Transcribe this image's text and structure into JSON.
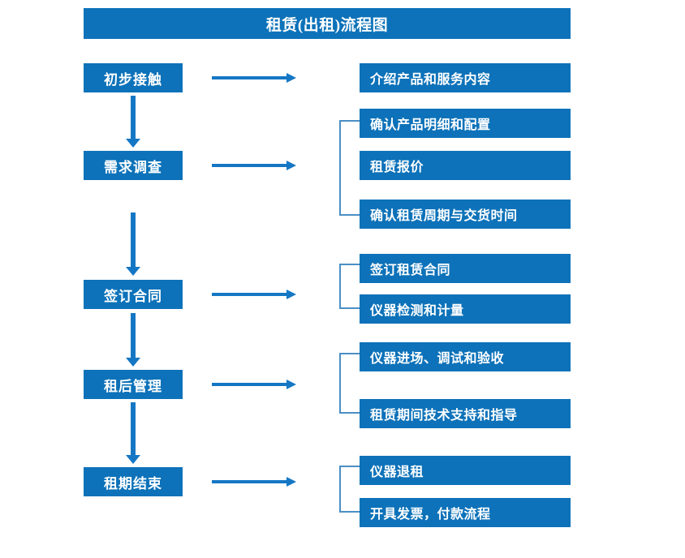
{
  "chart_data": {
    "type": "diagram",
    "title": "租赁(出租)流程图",
    "diagram_kind": "flowchart",
    "orientation": "vertical-stages-with-right-details",
    "stages": [
      {
        "label": "初步接触",
        "details": [
          "介绍产品和服务内容"
        ],
        "grouped": false
      },
      {
        "label": "需求调查",
        "details": [
          "确认产品明细和配置",
          "租赁报价",
          "确认租赁周期与交货时间"
        ],
        "grouped": true
      },
      {
        "label": "签订合同",
        "details": [
          "签订租赁合同",
          "仪器检测和计量"
        ],
        "grouped": true
      },
      {
        "label": "租后管理",
        "details": [
          "仪器进场、调试和验收",
          "租赁期间技术支持和指导"
        ],
        "grouped": true
      },
      {
        "label": "租期结束",
        "details": [
          "仪器退租",
          "开具发票，付款流程"
        ],
        "grouped": true
      }
    ],
    "colors": {
      "box_fill": "#0d72b9",
      "box_text": "#ffffff",
      "arrow": "#1577c4",
      "bracket": "#4a8fc4",
      "background": "#ffffff"
    }
  },
  "header": {
    "title": "租赁(出租)流程图"
  },
  "stages": [
    {
      "label": "初步接触"
    },
    {
      "label": "需求调查"
    },
    {
      "label": "签订合同"
    },
    {
      "label": "租后管理"
    },
    {
      "label": "租期结束"
    }
  ],
  "details": [
    {
      "label": "介绍产品和服务内容"
    },
    {
      "label": "确认产品明细和配置"
    },
    {
      "label": "租赁报价"
    },
    {
      "label": "确认租赁周期与交货时间"
    },
    {
      "label": "签订租赁合同"
    },
    {
      "label": "仪器检测和计量"
    },
    {
      "label": "仪器进场、调试和验收"
    },
    {
      "label": "租赁期间技术支持和指导"
    },
    {
      "label": "仪器退租"
    },
    {
      "label": "开具发票，付款流程"
    }
  ]
}
